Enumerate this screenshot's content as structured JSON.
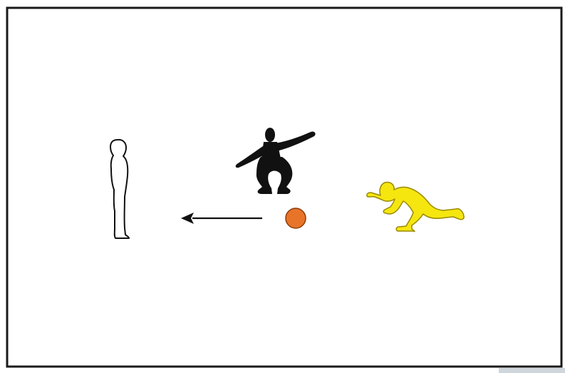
{
  "diagram": {
    "figures": [
      {
        "role": "standing-player",
        "icon": "standing-person-outline-icon",
        "fill": "#ffffff",
        "stroke": "#111111"
      },
      {
        "role": "jumping-player",
        "icon": "crouching-jumper-icon",
        "fill": "#111111"
      },
      {
        "role": "pushing-player",
        "icon": "lunging-pusher-icon",
        "fill": "#f5e60f",
        "stroke": "#9a8a00"
      }
    ],
    "ball": {
      "icon": "ball-icon",
      "fill": "#e8742a",
      "stroke": "#8a3c0a"
    },
    "arrow": {
      "icon": "arrow-left-icon",
      "direction": "left",
      "color": "#111111"
    },
    "colors": {
      "background": "#ffffff",
      "frame": "#1a1a1a",
      "frame_shadow": "#cfd6dc"
    }
  }
}
